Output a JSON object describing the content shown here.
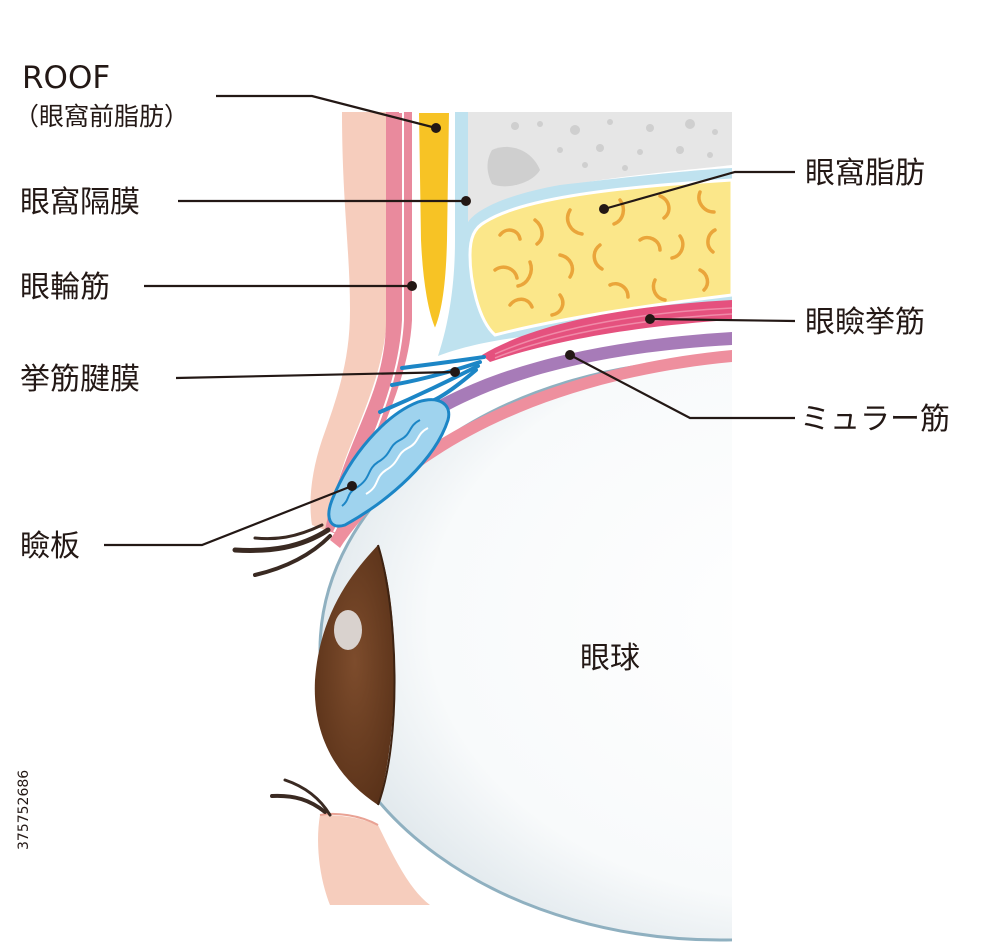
{
  "labels": {
    "roof_title": "ROOF",
    "roof_sub": "（眼窩前脂肪）",
    "orbital_septum": "眼窩隔膜",
    "orbicularis": "眼輪筋",
    "aponeurosis": "挙筋腱膜",
    "tarsus": "瞼板",
    "orbital_fat": "眼窩脂肪",
    "levator": "眼瞼挙筋",
    "muller": "ミュラー筋",
    "eyeball": "眼球"
  },
  "watermark_id": "375752686",
  "colors": {
    "skin": "#f6cdbd",
    "orbicularis": "#e98a9d",
    "roof_fat": "#f7c325",
    "septum": "#bfe2ef",
    "bone": "#e6e6e6",
    "orbital_fat": "#fbe78a",
    "fat_lines": "#eaa53a",
    "levator": "#e5517e",
    "muller": "#a77bb8",
    "conjunctiva": "#ee8f9e",
    "tendon": "#1c86c6",
    "tarsus": "#9fd3ee",
    "iris": "#6e4226",
    "sclera_edge": "#8fb0c0"
  }
}
